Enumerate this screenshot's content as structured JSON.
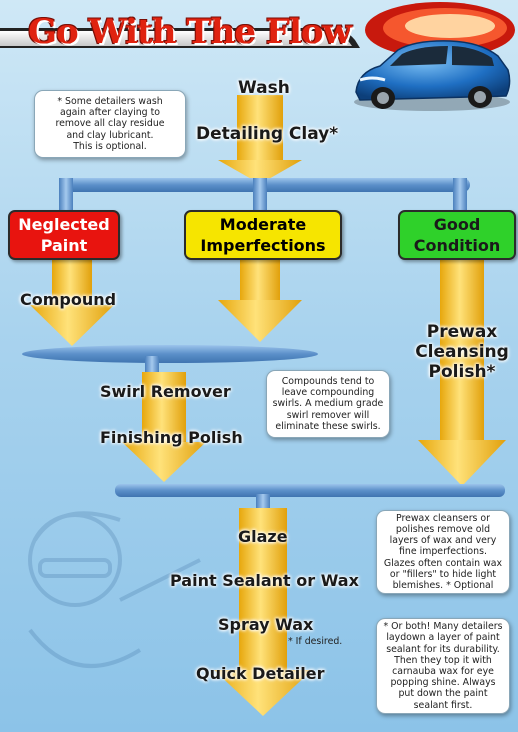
{
  "title": "Go With The Flow",
  "steps": {
    "wash": "Wash",
    "detailing_clay": "Detailing Clay*",
    "compound": "Compound",
    "prewax_lines": [
      "Prewax",
      "Cleansing",
      "Polish*"
    ],
    "swirl_remover": "Swirl Remover",
    "finishing_polish": "Finishing Polish",
    "glaze": "Glaze",
    "paint_sealant": "Paint Sealant or Wax",
    "spray_wax": "Spray Wax",
    "spray_wax_note": "* If desired.",
    "quick_detailer": "Quick Detailer"
  },
  "conditions": {
    "neglected": {
      "lines": [
        "Neglected",
        "Paint"
      ],
      "color": "#e8140f"
    },
    "moderate": {
      "lines": [
        "Moderate",
        "Imperfections"
      ],
      "color": "#f6e500"
    },
    "good": {
      "lines": [
        "Good",
        "Condition"
      ],
      "color": "#2fd12a"
    }
  },
  "notes": {
    "clay": [
      "* Some detailers wash",
      "again after claying to",
      "remove all clay  residue",
      "and clay lubricant.",
      "This is optional."
    ],
    "swirl": [
      "Compounds tend to",
      "leave compounding",
      "swirls. A medium grade",
      "swirl remover will",
      "eliminate these swirls."
    ],
    "prewax": [
      "Prewax cleansers or",
      "polishes remove old",
      "layers of wax and very",
      "fine imperfections.",
      "Glazes often  contain wax",
      "or \"fillers\" to hide light",
      "blemishes. * Optional"
    ],
    "sealant": [
      "* Or both! Many detailers",
      "laydown a layer of paint",
      "sealant for its durability.",
      "Then they top it with",
      "carnauba wax for eye",
      "popping shine. Always",
      "put down the paint",
      "sealant first."
    ]
  },
  "colors": {
    "arrow": "#f3c020",
    "pipe": "#5b8fc9",
    "title_red": "#e02310"
  }
}
